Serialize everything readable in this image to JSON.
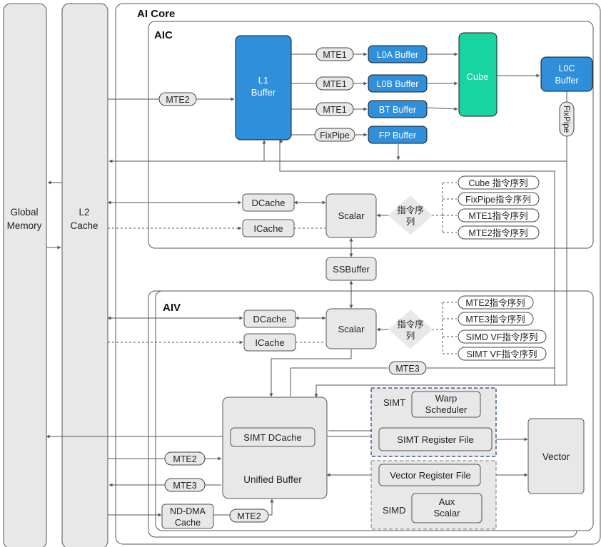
{
  "labels": {
    "ai_core": "AI Core",
    "aic": "AIC",
    "aiv": "AIV",
    "global_memory": [
      "Global",
      "Memory"
    ],
    "l2_cache": [
      "L2",
      "Cache"
    ],
    "l1_buffer": [
      "L1",
      "Buffer"
    ],
    "l0a_buffer": "L0A Buffer",
    "l0b_buffer": "L0B Buffer",
    "bt_buffer": "BT Buffer",
    "fp_buffer": "FP Buffer",
    "cube": "Cube",
    "l0c_buffer": [
      "L0C",
      "Buffer"
    ],
    "fixpipe_vertical": "FixPipe",
    "mte1": "MTE1",
    "mte2": "MTE2",
    "mte3": "MTE3",
    "fixpipe": "FixPipe",
    "dcache": "DCache",
    "icache": "ICache",
    "scalar": "Scalar",
    "instr_seq": [
      "指令序",
      "列"
    ],
    "aic_queues": [
      "Cube 指令序列",
      "FixPipe指令序列",
      "MTE1指令序列",
      "MTE2指令序列"
    ],
    "ssbuffer": "SSBuffer",
    "aiv_queues": [
      "MTE2指令序列",
      "MTE3指令序列",
      "SIMD VF指令序列",
      "SIMT VF指令序列"
    ],
    "unified_buffer": "Unified Buffer",
    "simt_dcache": "SIMT DCache",
    "simt": "SIMT",
    "warp_scheduler": [
      "Warp",
      "Scheduler"
    ],
    "simt_register_file": "SIMT Register File",
    "vector_register_file": "Vector Register File",
    "simd": "SIMD",
    "aux_scalar": [
      "Aux",
      "Scalar"
    ],
    "vector": "Vector",
    "nd_dma_cache": [
      "ND-DMA",
      "Cache"
    ]
  },
  "colors": {
    "blue_fill": "#2f8fdb",
    "cube_fill": "#17d4a0",
    "gray_fill": "#e8e8e8",
    "stroke": "#333333",
    "line": "#555555"
  }
}
